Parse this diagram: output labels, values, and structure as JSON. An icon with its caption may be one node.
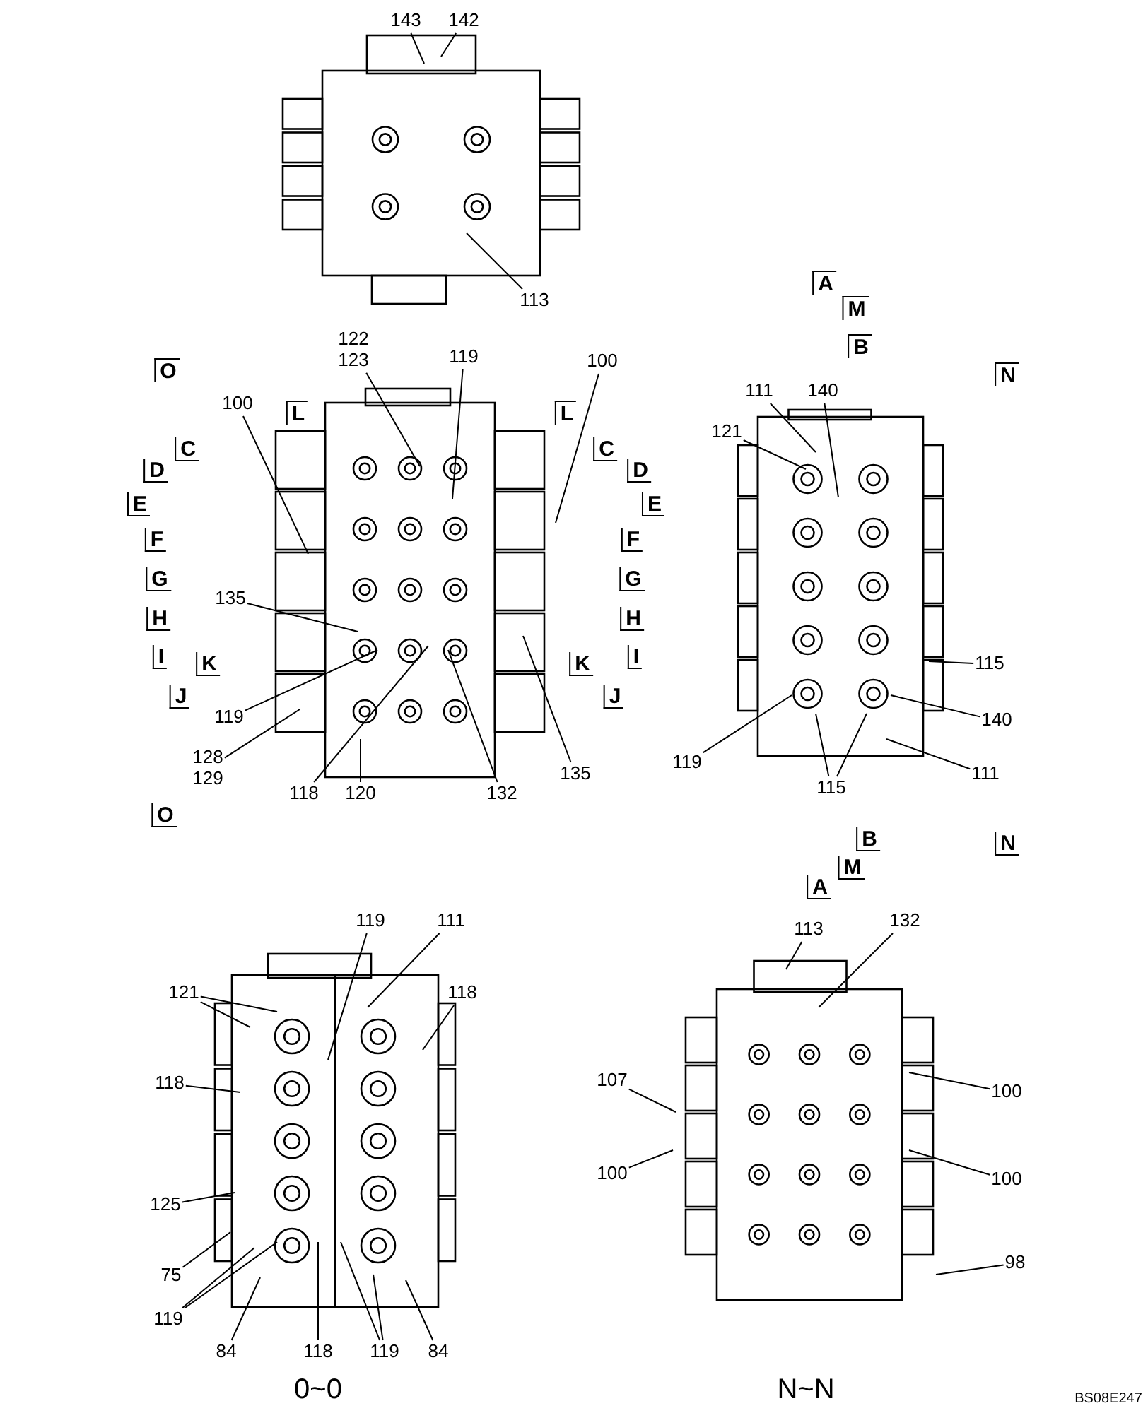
{
  "diagram": {
    "nodes": [
      {
        "text": [
          "143"
        ]
      },
      {
        "text": [
          "142"
        ]
      },
      {
        "text": [
          "113"
        ]
      },
      {
        "text": [
          "122",
          "123"
        ]
      },
      {
        "text": [
          "119"
        ]
      },
      {
        "text": [
          "100"
        ]
      },
      {
        "text": [
          "111"
        ]
      },
      {
        "text": [
          "140"
        ]
      },
      {
        "text": [
          "100"
        ]
      },
      {
        "text": [
          "121"
        ]
      },
      {
        "text": [
          "135"
        ]
      },
      {
        "text": [
          "115"
        ]
      },
      {
        "text": [
          "119"
        ]
      },
      {
        "text": [
          "140"
        ]
      },
      {
        "text": [
          "128",
          "129"
        ]
      },
      {
        "text": [
          "119"
        ]
      },
      {
        "text": [
          "111"
        ]
      },
      {
        "text": [
          "135"
        ]
      },
      {
        "text": [
          "115"
        ]
      },
      {
        "text": [
          "118"
        ]
      },
      {
        "text": [
          "120"
        ]
      },
      {
        "text": [
          "132"
        ]
      },
      {
        "text": [
          "119"
        ]
      },
      {
        "text": [
          "111"
        ]
      },
      {
        "text": [
          "113"
        ]
      },
      {
        "text": [
          "132"
        ]
      },
      {
        "text": [
          "121"
        ]
      },
      {
        "text": [
          "118"
        ]
      },
      {
        "text": [
          "107"
        ]
      },
      {
        "text": [
          "118"
        ]
      },
      {
        "text": [
          "100"
        ]
      },
      {
        "text": [
          "100"
        ]
      },
      {
        "text": [
          "100"
        ]
      },
      {
        "text": [
          "125"
        ]
      },
      {
        "text": [
          "98"
        ]
      },
      {
        "text": [
          "75"
        ]
      },
      {
        "text": [
          "119"
        ]
      },
      {
        "text": [
          "84"
        ]
      },
      {
        "text": [
          "118"
        ]
      },
      {
        "text": [
          "119"
        ]
      },
      {
        "text": [
          "84"
        ]
      },
      {
        "text": [],
        "shape": "picture"
      },
      {
        "text": [],
        "shape": "picture"
      },
      {
        "text": [],
        "shape": "picture"
      },
      {
        "text": [],
        "shape": "picture"
      },
      {
        "text": [],
        "shape": "picture"
      }
    ],
    "edges": [
      {
        "from": 0,
        "to": 41,
        "arrow": "none"
      },
      {
        "from": 1,
        "to": 41,
        "arrow": "none"
      },
      {
        "from": 2,
        "to": 41,
        "arrow": "none"
      },
      {
        "from": 3,
        "to": 42,
        "arrow": "none"
      },
      {
        "from": 4,
        "to": 42,
        "arrow": "none"
      },
      {
        "from": 5,
        "to": 42,
        "arrow": "none"
      },
      {
        "from": 6,
        "to": 43,
        "arrow": "none"
      },
      {
        "from": 7,
        "to": 43,
        "arrow": "none"
      },
      {
        "from": 8,
        "to": 42,
        "arrow": "none"
      },
      {
        "from": 9,
        "to": 43,
        "arrow": "none"
      },
      {
        "from": 10,
        "to": 42,
        "arrow": "none"
      },
      {
        "from": 11,
        "to": 43,
        "arrow": "none"
      },
      {
        "from": 12,
        "to": 42,
        "arrow": "none"
      },
      {
        "from": 13,
        "to": 43,
        "arrow": "none"
      },
      {
        "from": 14,
        "to": 42,
        "arrow": "none"
      },
      {
        "from": 15,
        "to": 43,
        "arrow": "none"
      },
      {
        "from": 16,
        "to": 43,
        "arrow": "none"
      },
      {
        "from": 17,
        "to": 42,
        "arrow": "none"
      },
      {
        "from": 18,
        "to": 43,
        "arrow": "none"
      },
      {
        "from": 18,
        "to": 43,
        "arrow": "none"
      },
      {
        "from": 19,
        "to": 42,
        "arrow": "none"
      },
      {
        "from": 20,
        "to": 42,
        "arrow": "none"
      },
      {
        "from": 21,
        "to": 42,
        "arrow": "none"
      },
      {
        "from": 22,
        "to": 44,
        "arrow": "none"
      },
      {
        "from": 23,
        "to": 44,
        "arrow": "none"
      },
      {
        "from": 24,
        "to": 45,
        "arrow": "none"
      },
      {
        "from": 25,
        "to": 45,
        "arrow": "none"
      },
      {
        "from": 26,
        "to": 44,
        "arrow": "none"
      },
      {
        "from": 26,
        "to": 44,
        "arrow": "none"
      },
      {
        "from": 27,
        "to": 44,
        "arrow": "none"
      },
      {
        "from": 28,
        "to": 45,
        "arrow": "none"
      },
      {
        "from": 29,
        "to": 44,
        "arrow": "none"
      },
      {
        "from": 30,
        "to": 45,
        "arrow": "none"
      },
      {
        "from": 31,
        "to": 45,
        "arrow": "none"
      },
      {
        "from": 32,
        "to": 45,
        "arrow": "none"
      },
      {
        "from": 33,
        "to": 44,
        "arrow": "none"
      },
      {
        "from": 34,
        "to": 45,
        "arrow": "none"
      },
      {
        "from": 35,
        "to": 44,
        "arrow": "none"
      },
      {
        "from": 36,
        "to": 44,
        "arrow": "none"
      },
      {
        "from": 36,
        "to": 44,
        "arrow": "none"
      },
      {
        "from": 37,
        "to": 44,
        "arrow": "none"
      },
      {
        "from": 38,
        "to": 44,
        "arrow": "none"
      },
      {
        "from": 39,
        "to": 44,
        "arrow": "none"
      },
      {
        "from": 39,
        "to": 44,
        "arrow": "none"
      },
      {
        "from": 40,
        "to": 44,
        "arrow": "none"
      }
    ],
    "labels": [
      "A",
      "M",
      "B",
      "O",
      "N",
      "L",
      "L",
      "C",
      "C",
      "D",
      "D",
      "E",
      "E",
      "F",
      "F",
      "G",
      "G",
      "H",
      "H",
      "I",
      "K",
      "K",
      "I",
      "J",
      "J",
      "O",
      "B",
      "N",
      "M",
      "A",
      "0~0",
      "N~N",
      "BS08E247"
    ]
  }
}
